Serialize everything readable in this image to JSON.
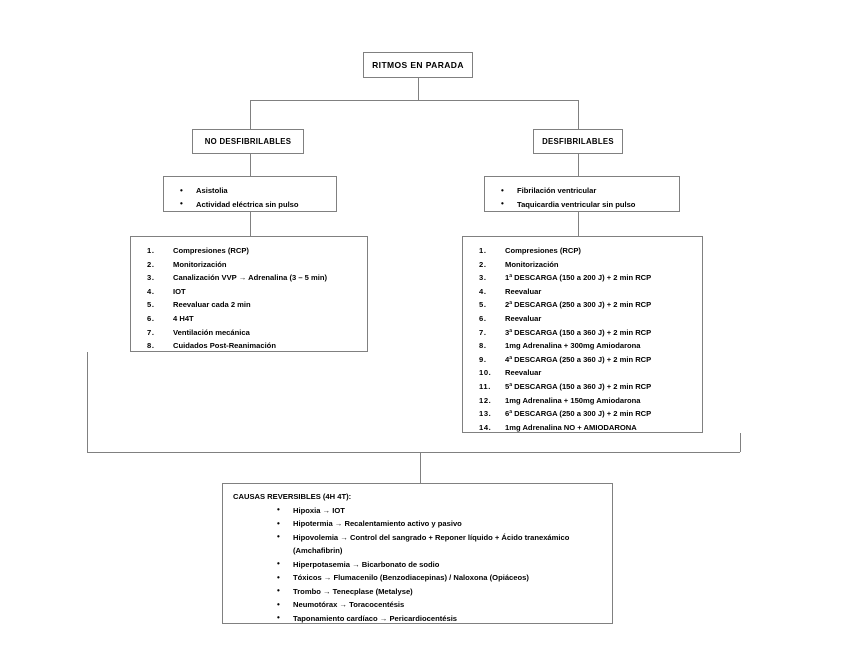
{
  "diagram": {
    "root": {
      "label": "RITMOS EN PARADA"
    },
    "branches": {
      "left": {
        "label": "NO DESFIBRILABLES"
      },
      "right": {
        "label": "DESFIBRILABLES"
      }
    },
    "rhythm_lists": {
      "left": {
        "items": [
          "Asistolia",
          "Actividad eléctrica sin pulso"
        ]
      },
      "right": {
        "items": [
          "Fibrilación ventricular",
          "Taquicardia ventricular sin pulso"
        ]
      }
    },
    "protocols": {
      "left": {
        "steps": [
          "Compresiones (RCP)",
          "Monitorización",
          "Canalización VVP → Adrenalina (3 – 5 min)",
          "IOT",
          "Reevaluar cada 2 min",
          "4 H4T",
          "Ventilación mecánica",
          "Cuidados Post-Reanimación"
        ]
      },
      "right": {
        "steps": [
          "Compresiones (RCP)",
          "Monitorización",
          "1ª DESCARGA (150 a 200 J) + 2 min RCP",
          "Reevaluar",
          "2ª DESCARGA (250 a 300 J) + 2 min RCP",
          "Reevaluar",
          "3ª DESCARGA (150 a 360 J) + 2 min RCP",
          "1mg Adrenalina + 300mg Amiodarona",
          "4ª DESCARGA (250 a 360 J) + 2 min RCP",
          "Reevaluar",
          "5ª DESCARGA (150 a 360 J) + 2 min RCP",
          "1mg Adrenalina + 150mg Amiodarona",
          "6ª DESCARGA (250 a 300 J) + 2 min RCP",
          "1mg Adrenalina NO + AMIODARONA"
        ]
      }
    },
    "reversible_causes": {
      "heading": "CAUSAS REVERSIBLES (4H 4T):",
      "items": [
        "Hipoxia → IOT",
        "Hipotermia → Recalentamiento activo y pasivo",
        "Hipovolemia → Control del sangrado + Reponer líquido + Ácido tranexámico",
        "(Amchafibrin)",
        "Hiperpotasemia → Bicarbonato de sodio",
        "Tóxicos → Flumacenilo (Benzodiacepinas) / Naloxona (Opiáceos)",
        "Trombo → Tenecplase (Metalyse)",
        "Neumotórax → Toracocentésis",
        "Taponamiento cardíaco → Pericardiocentésis"
      ]
    }
  }
}
